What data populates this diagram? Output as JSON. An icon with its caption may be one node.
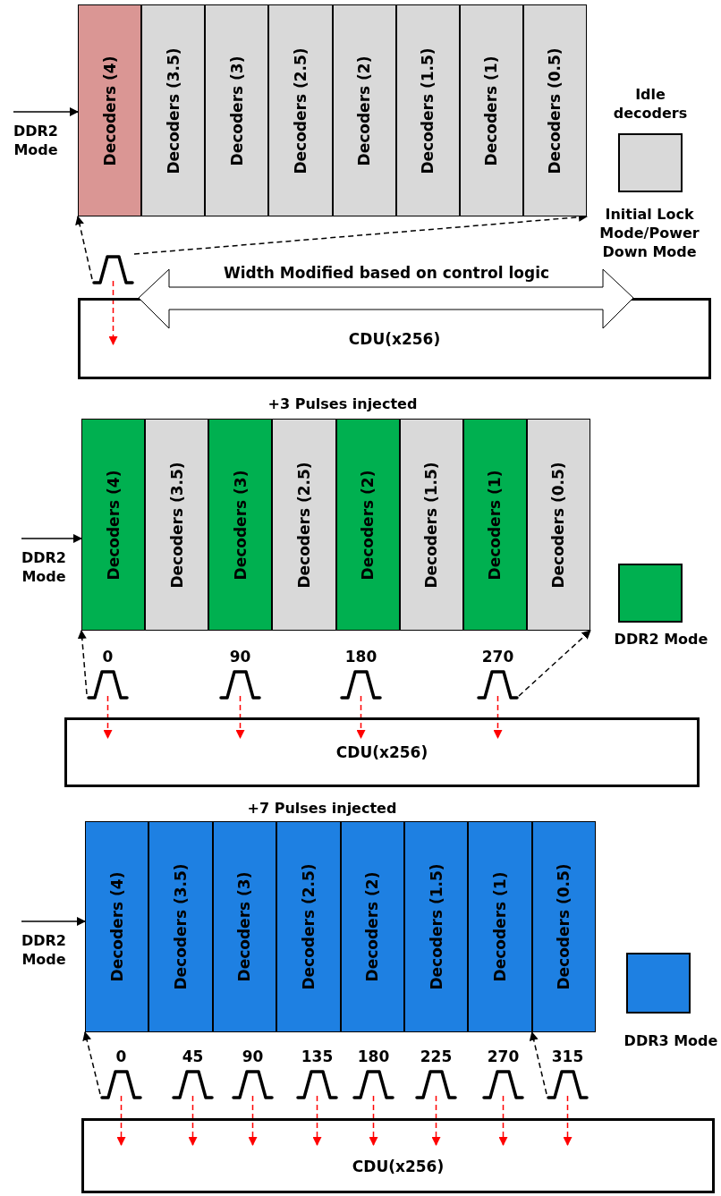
{
  "diagram": {
    "nodes": [
      {
        "text": [
          "Decoders (4)"
        ]
      },
      {
        "text": [
          "Decoders (3.5)"
        ]
      },
      {
        "text": [
          "Decoders (3)"
        ]
      },
      {
        "text": [
          "Decoders (2.5)"
        ]
      },
      {
        "text": [
          "Decoders (2)"
        ]
      },
      {
        "text": [
          "Decoders (1.5)"
        ]
      },
      {
        "text": [
          "Decoders (1)"
        ]
      },
      {
        "text": [
          "Decoders (0.5)"
        ]
      },
      {
        "text": [],
        "shape": "pulse"
      },
      {
        "text": [
          "CDU(x256)"
        ]
      },
      {
        "text": [
          "Decoders (4)"
        ]
      },
      {
        "text": [
          "Decoders (3.5)"
        ]
      },
      {
        "text": [
          "Decoders (3)"
        ]
      },
      {
        "text": [
          "Decoders (2.5)"
        ]
      },
      {
        "text": [
          "Decoders (2)"
        ]
      },
      {
        "text": [
          "Decoders (1.5)"
        ]
      },
      {
        "text": [
          "Decoders (1)"
        ]
      },
      {
        "text": [
          "Decoders (0.5)"
        ]
      },
      {
        "text": [],
        "shape": "pulse",
        "beside": [
          "0"
        ]
      },
      {
        "text": [],
        "shape": "pulse",
        "beside": [
          "90"
        ]
      },
      {
        "text": [],
        "shape": "pulse",
        "beside": [
          "180"
        ]
      },
      {
        "text": [],
        "shape": "pulse",
        "beside": [
          "270"
        ]
      },
      {
        "text": [
          "CDU(x256)"
        ]
      },
      {
        "text": [
          "Decoders (4)"
        ]
      },
      {
        "text": [
          "Decoders (3.5)"
        ]
      },
      {
        "text": [
          "Decoders (3)"
        ]
      },
      {
        "text": [
          "Decoders (2.5)"
        ]
      },
      {
        "text": [
          "Decoders (2)"
        ]
      },
      {
        "text": [
          "Decoders (1.5)"
        ]
      },
      {
        "text": [
          "Decoders (1)"
        ]
      },
      {
        "text": [
          "Decoders (0.5)"
        ]
      },
      {
        "text": [],
        "shape": "pulse",
        "beside": [
          "0"
        ]
      },
      {
        "text": [],
        "shape": "pulse",
        "beside": [
          "45"
        ]
      },
      {
        "text": [],
        "shape": "pulse",
        "beside": [
          "90"
        ]
      },
      {
        "text": [],
        "shape": "pulse",
        "beside": [
          "135"
        ]
      },
      {
        "text": [],
        "shape": "pulse",
        "beside": [
          "180"
        ]
      },
      {
        "text": [],
        "shape": "pulse",
        "beside": [
          "225"
        ]
      },
      {
        "text": [],
        "shape": "pulse",
        "beside": [
          "270"
        ]
      },
      {
        "text": [],
        "shape": "pulse",
        "beside": [
          "315"
        ]
      },
      {
        "text": [
          "CDU(x256)"
        ]
      },
      {
        "text": [
          "Width Modified based on control logic"
        ]
      }
    ],
    "edges": [
      {
        "from": null,
        "to": 0,
        "arrow": "to",
        "label": "DDR2 Mode",
        "color": "#000000"
      },
      {
        "from": 8,
        "to": 0,
        "arrow": "to",
        "style": "dashed",
        "color": "#000000"
      },
      {
        "from": 8,
        "to": 7,
        "arrow": "to",
        "style": "dashed",
        "color": "#000000"
      },
      {
        "from": 8,
        "to": 9,
        "arrow": "to",
        "style": "dashed"
      },
      {
        "from": null,
        "to": 10,
        "arrow": "to",
        "label": "DDR2 Mode",
        "color": "#000000"
      },
      {
        "from": 18,
        "to": 10,
        "arrow": "to",
        "style": "dashed",
        "color": "#000000"
      },
      {
        "from": 21,
        "to": 17,
        "arrow": "to",
        "style": "dashed",
        "color": "#000000"
      },
      {
        "from": 18,
        "to": 22,
        "arrow": "to",
        "style": "dashed"
      },
      {
        "from": 19,
        "to": 22,
        "arrow": "to",
        "style": "dashed"
      },
      {
        "from": 20,
        "to": 22,
        "arrow": "to",
        "style": "dashed"
      },
      {
        "from": 21,
        "to": 22,
        "arrow": "to",
        "style": "dashed"
      },
      {
        "from": null,
        "to": 23,
        "arrow": "to",
        "label": "DDR2 Mode",
        "color": "#000000"
      },
      {
        "from": 31,
        "to": 23,
        "arrow": "to",
        "style": "dashed",
        "color": "#000000"
      },
      {
        "from": 38,
        "to": 30,
        "arrow": "to",
        "style": "dashed",
        "color": "#000000"
      },
      {
        "from": 31,
        "to": 39,
        "arrow": "to",
        "style": "dashed"
      },
      {
        "from": 32,
        "to": 39,
        "arrow": "to",
        "style": "dashed"
      },
      {
        "from": 33,
        "to": 39,
        "arrow": "to",
        "style": "dashed"
      },
      {
        "from": 34,
        "to": 39,
        "arrow": "to",
        "style": "dashed"
      },
      {
        "from": 35,
        "to": 39,
        "arrow": "to",
        "style": "dashed"
      },
      {
        "from": 36,
        "to": 39,
        "arrow": "to",
        "style": "dashed"
      },
      {
        "from": 37,
        "to": 39,
        "arrow": "to",
        "style": "dashed"
      },
      {
        "from": 38,
        "to": 39,
        "arrow": "to",
        "style": "dashed"
      }
    ],
    "labels": [
      "Initial Lock Mode/Power Down Mode",
      "+3 Pulses injected",
      "+7 Pulses injected"
    ],
    "legend": [
      {
        "text": "Idle decoders",
        "color": "#d9d9d9"
      },
      {
        "text": "DDR2 Mode",
        "color": "#00b050"
      },
      {
        "text": "DDR3 Mode",
        "color": "#1e80e2"
      }
    ]
  }
}
